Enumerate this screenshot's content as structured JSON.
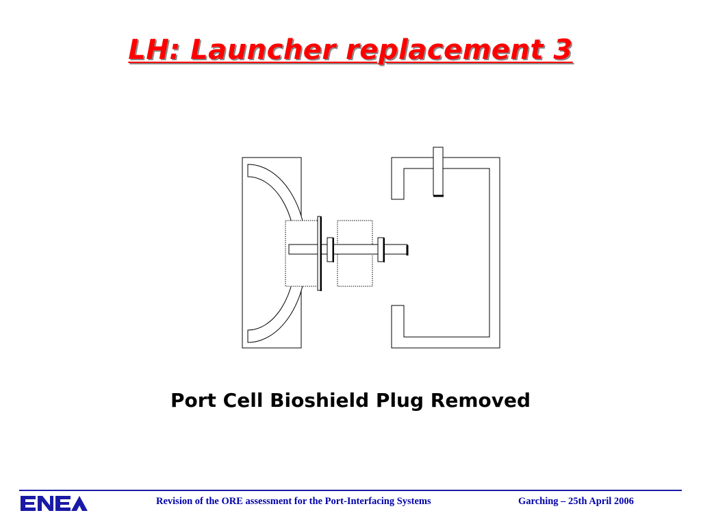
{
  "slide": {
    "title": "LH: Launcher replacement 3",
    "caption": "Port Cell Bioshield Plug Removed"
  },
  "footer": {
    "logo_text": "ENEA",
    "left_text": "Revision of the ORE assessment for the  Port-Interfacing  Systems",
    "right_text": "Garching – 25th April 2006"
  },
  "colors": {
    "title": "#ff0000",
    "footer_text": "#0000aa",
    "footer_rule": "#1a1aa6",
    "logo": "#1a1aa6"
  },
  "icons": {
    "logo": "enea-logo-icon"
  }
}
